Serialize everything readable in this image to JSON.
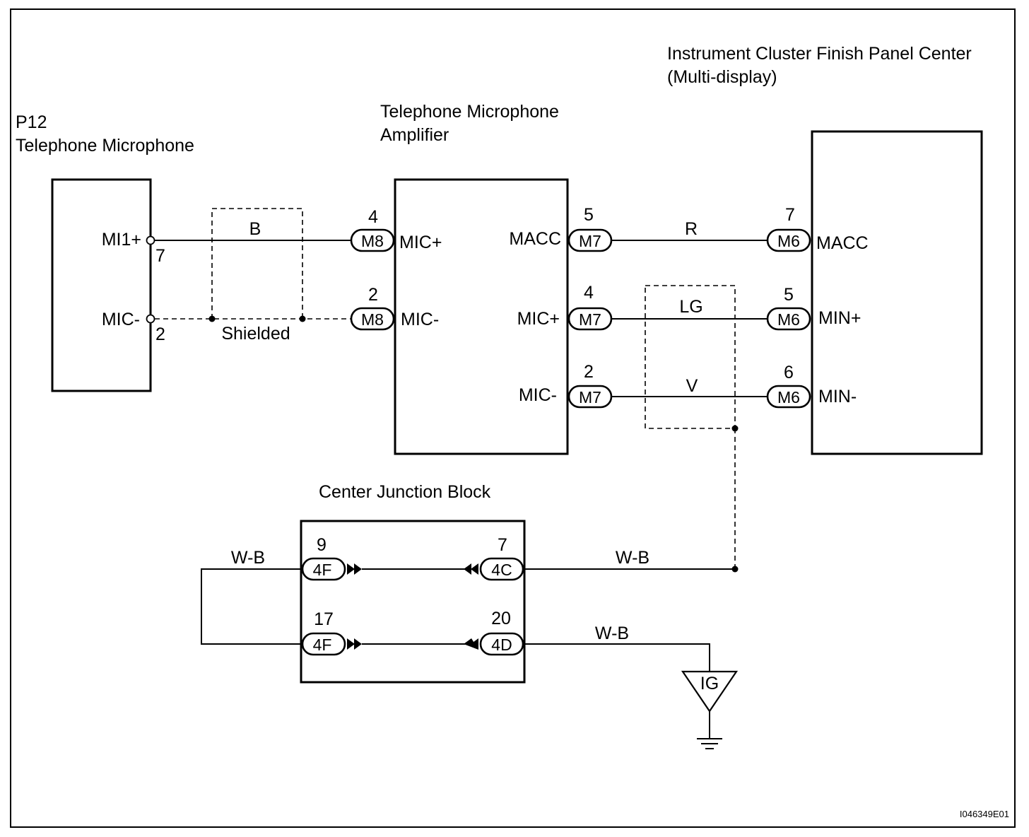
{
  "components": {
    "mic": {
      "code": "P12",
      "name": "Telephone Microphone"
    },
    "amp": {
      "name_line1": "Telephone Microphone",
      "name_line2": "Amplifier"
    },
    "cluster": {
      "name_line1": "Instrument Cluster Finish Panel Center",
      "name_line2": "(Multi-display)"
    },
    "junction": {
      "name": "Center Junction Block"
    }
  },
  "mic_pins": [
    {
      "label": "MI1+",
      "pin": "7"
    },
    {
      "label": "MIC-",
      "pin": "2"
    }
  ],
  "amp_left_pins": [
    {
      "pin": "4",
      "connector": "M8",
      "label": "MIC+"
    },
    {
      "pin": "2",
      "connector": "M8",
      "label": "MIC-"
    }
  ],
  "amp_right_pins": [
    {
      "pin": "5",
      "connector": "M7",
      "label": "MACC"
    },
    {
      "pin": "4",
      "connector": "M7",
      "label": "MIC+"
    },
    {
      "pin": "2",
      "connector": "M7",
      "label": "MIC-"
    }
  ],
  "cluster_pins": [
    {
      "pin": "7",
      "connector": "M6",
      "label": "MACC"
    },
    {
      "pin": "5",
      "connector": "M6",
      "label": "MIN+"
    },
    {
      "pin": "6",
      "connector": "M6",
      "label": "MIN-"
    }
  ],
  "wires": {
    "mic_b": "B",
    "shielded": "Shielded",
    "r": "R",
    "lg": "LG",
    "v": "V",
    "jb_left": "W-B",
    "jb_right_top": "W-B",
    "jb_right_bottom": "W-B"
  },
  "junction_pins": {
    "left_top": {
      "pin": "9",
      "connector": "4F"
    },
    "left_bottom": {
      "pin": "17",
      "connector": "4F"
    },
    "right_top": {
      "pin": "7",
      "connector": "4C"
    },
    "right_bottom": {
      "pin": "20",
      "connector": "4D"
    }
  },
  "ground": {
    "label": "IG"
  },
  "figure_id": "I046349E01"
}
